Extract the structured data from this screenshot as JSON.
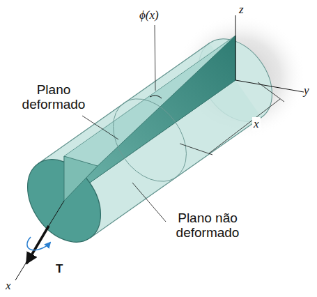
{
  "diagram": {
    "labels": [
      "ϕ(x)",
      "z",
      "y",
      "x",
      "Plano deformado",
      "Plano não deformado",
      "T",
      "x"
    ]
  }
}
